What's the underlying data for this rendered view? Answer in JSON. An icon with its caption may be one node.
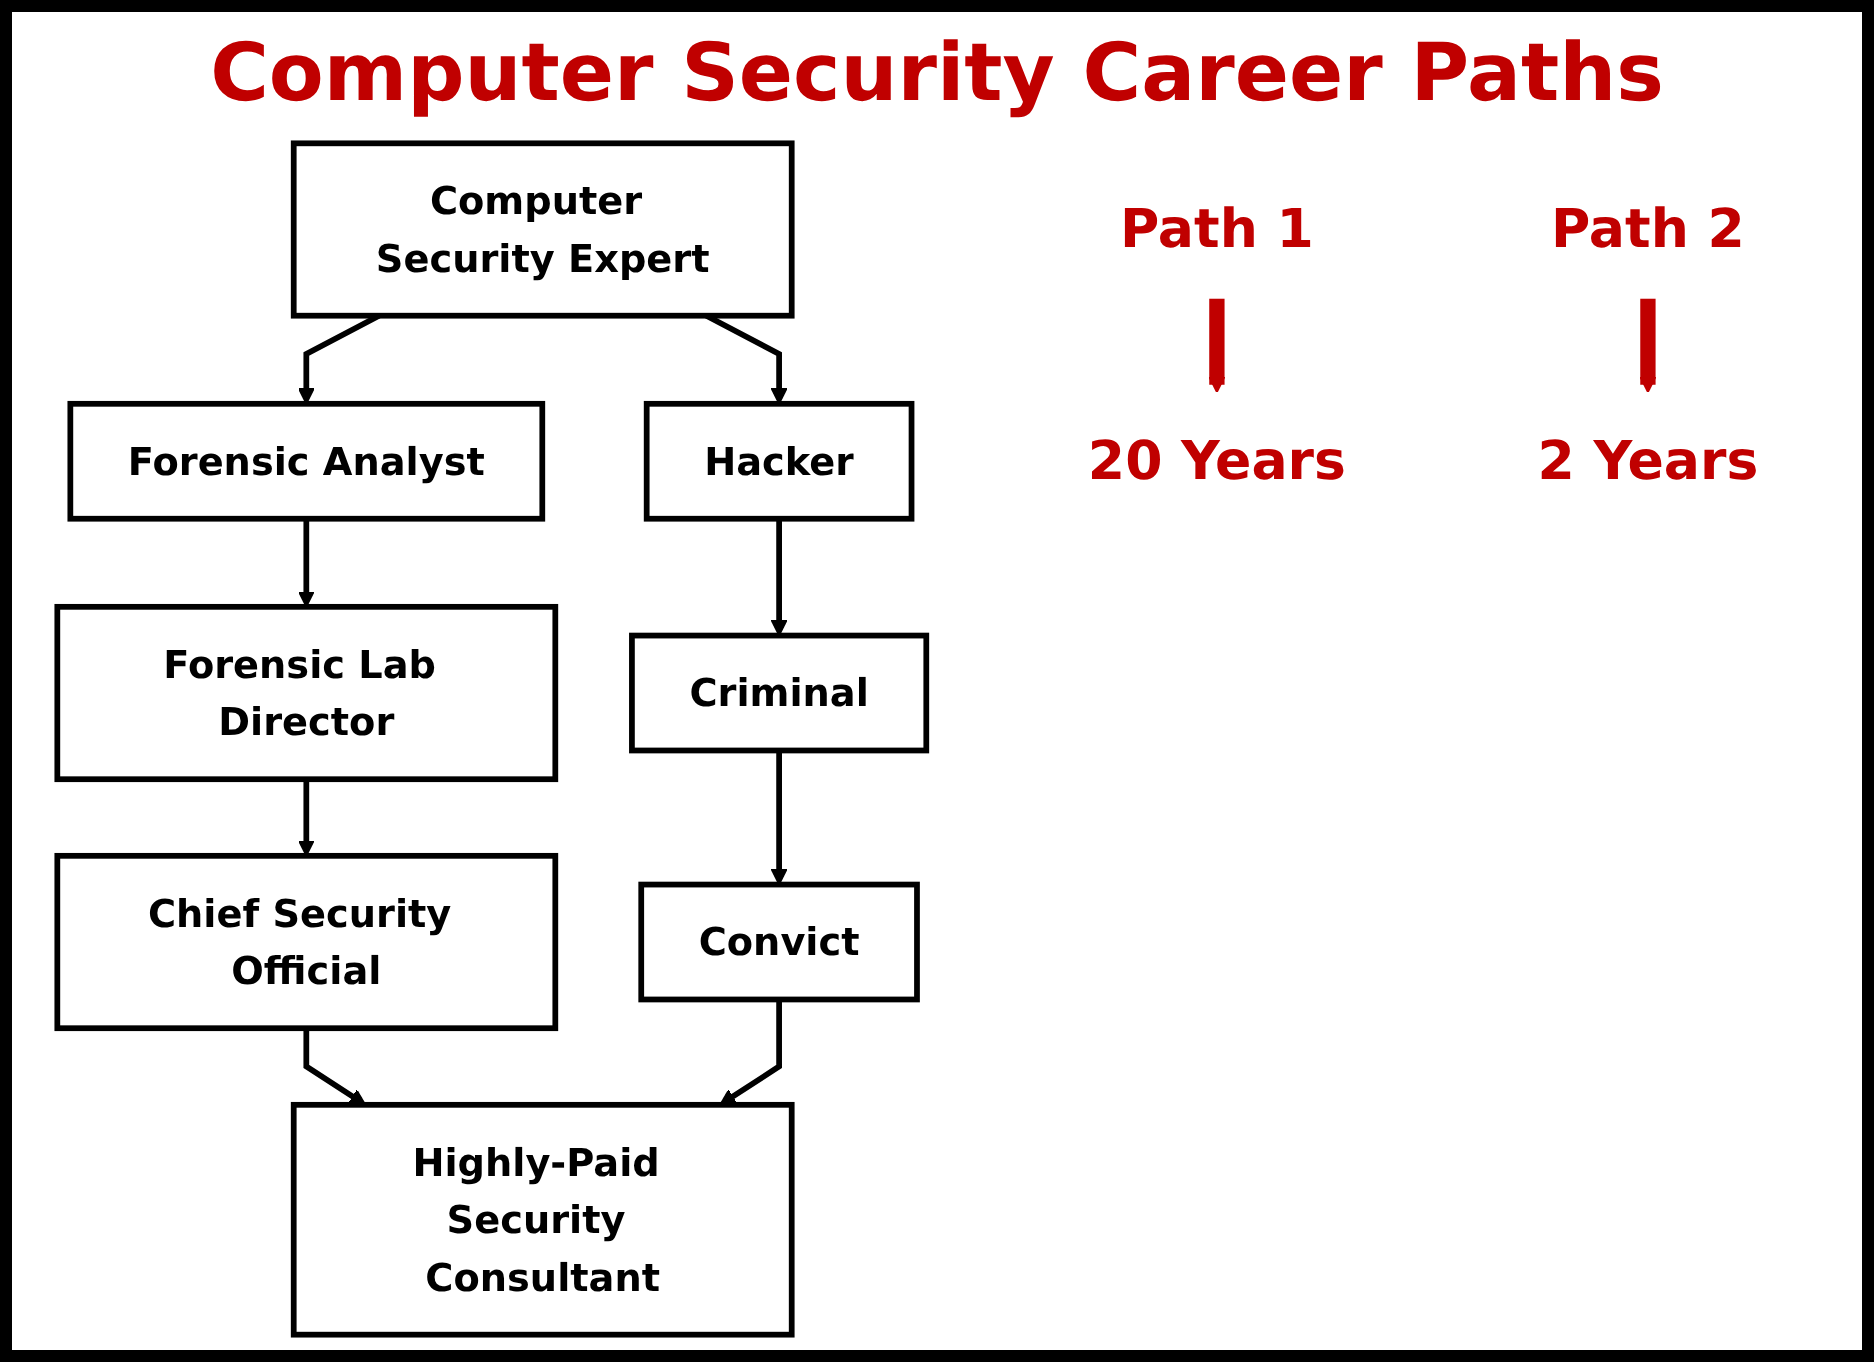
{
  "diagram": {
    "title": "Computer Security Career Paths",
    "nodes": [
      {
        "text": [
          "Path 1"
        ]
      },
      {
        "text": [
          "Computer Security Expert"
        ]
      },
      {
        "text": [
          "Path 2"
        ]
      },
      {
        "text": [
          "Forensic Analyst"
        ]
      },
      {
        "text": [
          "Hacker"
        ]
      },
      {
        "text": [
          "Forensic Lab Director"
        ]
      },
      {
        "text": [
          "Criminal"
        ]
      },
      {
        "text": [
          "Chief Security Official"
        ]
      },
      {
        "text": [
          "Convict"
        ]
      },
      {
        "text": [
          "20 Years"
        ]
      },
      {
        "text": [
          "Highly-Paid Security Consultant"
        ]
      },
      {
        "text": [
          "2 Years"
        ]
      }
    ],
    "edges": [
      {
        "from": 0,
        "to": 9,
        "arrow": "to",
        "style": "thick",
        "color": "#c00000"
      },
      {
        "from": 1,
        "to": 3,
        "arrow": "to"
      },
      {
        "from": 1,
        "to": 4,
        "arrow": "to"
      },
      {
        "from": 3,
        "to": 5,
        "arrow": "to"
      },
      {
        "from": 5,
        "to": 7,
        "arrow": "to"
      },
      {
        "from": 7,
        "to": 10,
        "arrow": "to"
      },
      {
        "from": 4,
        "to": 6,
        "arrow": "to"
      },
      {
        "from": 6,
        "to": 8,
        "arrow": "to"
      },
      {
        "from": 8,
        "to": 10,
        "arrow": "to"
      },
      {
        "from": 2,
        "to": 11,
        "arrow": "to",
        "style": "thick",
        "color": "#c00000"
      }
    ]
  }
}
